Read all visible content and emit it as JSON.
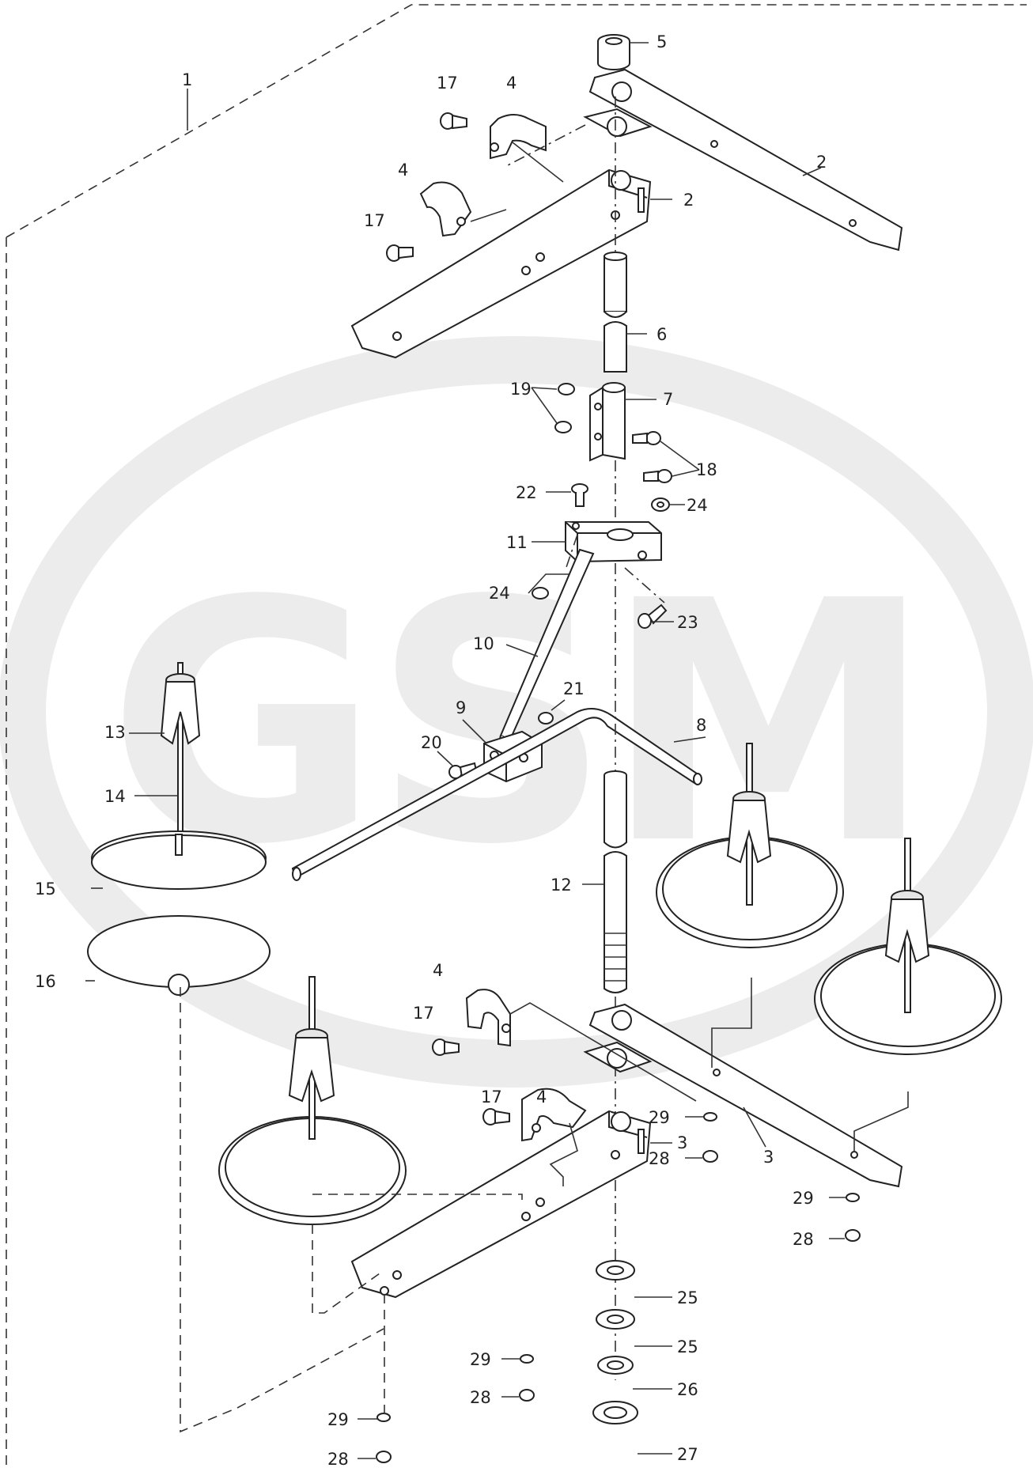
{
  "diagram": {
    "watermark": "GSM",
    "callouts": [
      "1",
      "2",
      "2",
      "3",
      "3",
      "4",
      "4",
      "4",
      "4",
      "5",
      "6",
      "7",
      "8",
      "9",
      "10",
      "11",
      "12",
      "13",
      "14",
      "15",
      "16",
      "17",
      "17",
      "17",
      "17",
      "18",
      "19",
      "20",
      "21",
      "22",
      "23",
      "24",
      "24",
      "25",
      "25",
      "26",
      "27",
      "28",
      "28",
      "28",
      "28",
      "29",
      "29",
      "29",
      "29"
    ]
  },
  "colors": {
    "line": "#222222",
    "watermark": "#e8e8e8"
  }
}
